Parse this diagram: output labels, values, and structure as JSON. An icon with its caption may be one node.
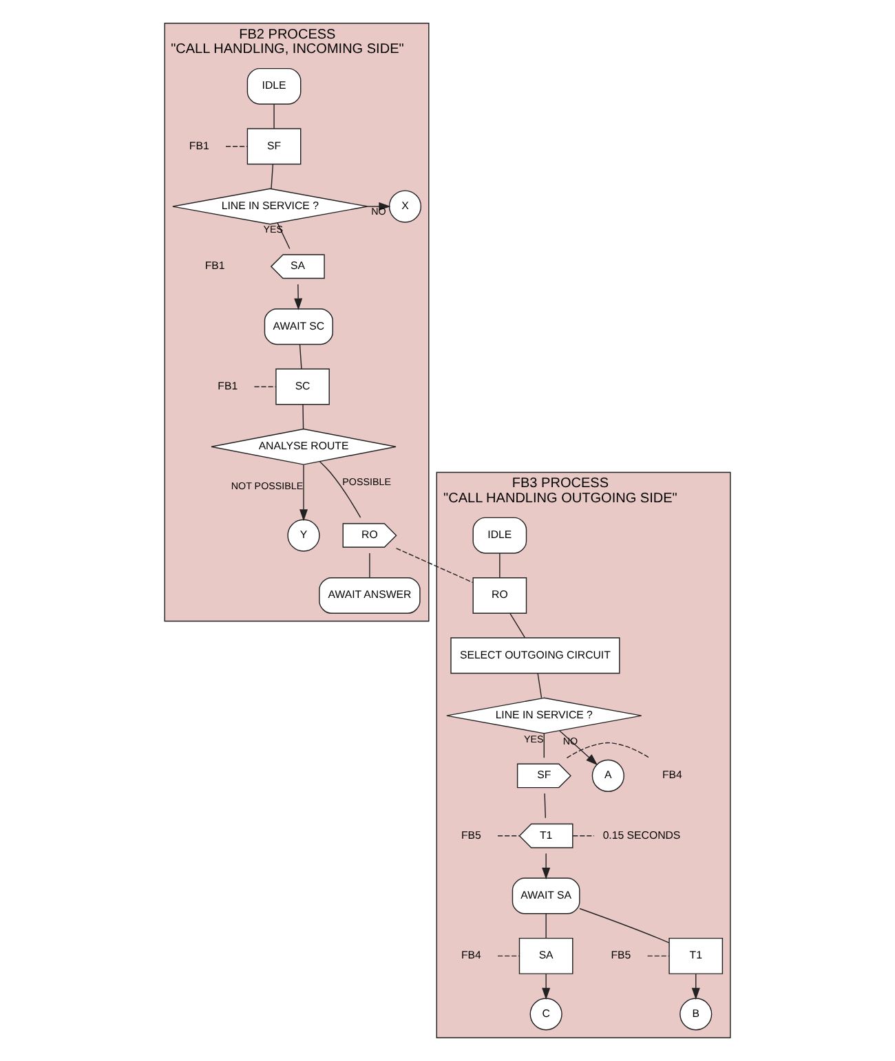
{
  "diagram": {
    "nodes": [
      {
        "text": [
          "FB2 PROCESS",
          "\"CALL HANDLING, INCOMING SIDE\""
        ]
      },
      {
        "text": [
          "IDLE"
        ],
        "in": 0
      },
      {
        "text": [
          "FB1"
        ],
        "in": 0
      },
      {
        "text": [
          "SF"
        ],
        "in": 0
      },
      {
        "text": [
          "LINE IN SERVICE ?"
        ],
        "in": 0
      },
      {
        "text": [
          "X"
        ],
        "in": 0
      },
      {
        "text": [
          "FB1"
        ],
        "in": 0
      },
      {
        "text": [
          "SA"
        ],
        "in": 0
      },
      {
        "text": [
          "AWAIT SC"
        ],
        "in": 0
      },
      {
        "text": [
          "FB1"
        ],
        "in": 0
      },
      {
        "text": [
          "SC"
        ],
        "in": 0
      },
      {
        "text": [
          "ANALYSE ROUTE"
        ],
        "in": 0
      },
      {
        "text": [
          "Y"
        ],
        "in": 0
      },
      {
        "text": [
          "RO"
        ],
        "in": 0
      },
      {
        "text": [
          "AWAIT ANSWER"
        ],
        "in": 0
      },
      {
        "text": [
          "FB3 PROCESS",
          "\"CALL HANDLING OUTGOING SIDE\""
        ]
      },
      {
        "text": [
          "IDLE"
        ],
        "in": 15
      },
      {
        "text": [
          "RO"
        ],
        "in": 15
      },
      {
        "text": [
          "SELECT OUTGOING CIRCUIT"
        ],
        "in": 15
      },
      {
        "text": [
          "LINE IN SERVICE ?"
        ],
        "in": 15
      },
      {
        "text": [
          "A"
        ],
        "in": 15
      },
      {
        "text": [
          "SF"
        ],
        "in": 15
      },
      {
        "text": [
          "FB4"
        ],
        "in": 15
      },
      {
        "text": [
          "FB5"
        ],
        "in": 15
      },
      {
        "text": [
          "T1"
        ],
        "in": 15
      },
      {
        "text": [
          "0.15 SECONDS"
        ],
        "in": 15
      },
      {
        "text": [
          "AWAIT SA"
        ],
        "in": 15
      },
      {
        "text": [
          "FB5"
        ],
        "in": 15
      },
      {
        "text": [
          "T1"
        ],
        "in": 15
      },
      {
        "text": [
          "SA"
        ],
        "in": 15
      },
      {
        "text": [
          "FB4"
        ],
        "in": 15
      },
      {
        "text": [
          "B"
        ],
        "in": 15
      },
      {
        "text": [
          "C"
        ],
        "in": 15
      }
    ],
    "edges": [
      {
        "from": 1,
        "to": 3,
        "arrow": "none"
      },
      {
        "from": 2,
        "to": 3,
        "arrow": "none",
        "style": "dashed"
      },
      {
        "from": 3,
        "to": 4,
        "arrow": "none"
      },
      {
        "from": 4,
        "to": 5,
        "arrow": "to",
        "label": "NO"
      },
      {
        "from": 4,
        "to": 7,
        "arrow": "none",
        "label": "YES"
      },
      {
        "from": 7,
        "to": 8,
        "arrow": "to"
      },
      {
        "from": 8,
        "to": 10,
        "arrow": "none"
      },
      {
        "from": 9,
        "to": 10,
        "arrow": "none",
        "style": "dashed"
      },
      {
        "from": 10,
        "to": 11,
        "arrow": "none"
      },
      {
        "from": 11,
        "to": 12,
        "arrow": "to",
        "label": "NOT POSSIBLE"
      },
      {
        "from": 11,
        "to": 13,
        "arrow": "none",
        "label": "POSSIBLE"
      },
      {
        "from": 13,
        "to": 14,
        "arrow": "none"
      },
      {
        "from": 13,
        "to": 17,
        "arrow": "none",
        "style": "dashed"
      },
      {
        "from": 16,
        "to": 17,
        "arrow": "none"
      },
      {
        "from": 17,
        "to": 18,
        "arrow": "none"
      },
      {
        "from": 18,
        "to": 19,
        "arrow": "none"
      },
      {
        "from": 19,
        "to": 20,
        "arrow": "to",
        "label": "NO"
      },
      {
        "from": 19,
        "to": 21,
        "arrow": "none",
        "label": "YES"
      },
      {
        "from": 21,
        "to": 22,
        "arrow": "none",
        "style": "dashed"
      },
      {
        "from": 21,
        "to": 24,
        "arrow": "none"
      },
      {
        "from": 23,
        "to": 24,
        "arrow": "none",
        "style": "dashed"
      },
      {
        "from": 24,
        "to": 25,
        "arrow": "none",
        "style": "dashed"
      },
      {
        "from": 24,
        "to": 26,
        "arrow": "to"
      },
      {
        "from": 26,
        "to": 28,
        "arrow": "none"
      },
      {
        "from": 26,
        "to": 29,
        "arrow": "none"
      },
      {
        "from": 27,
        "to": 28,
        "arrow": "none",
        "style": "dashed"
      },
      {
        "from": 30,
        "to": 29,
        "arrow": "none",
        "style": "dashed"
      },
      {
        "from": 28,
        "to": 31,
        "arrow": "to"
      },
      {
        "from": 29,
        "to": 32,
        "arrow": "to"
      }
    ]
  }
}
